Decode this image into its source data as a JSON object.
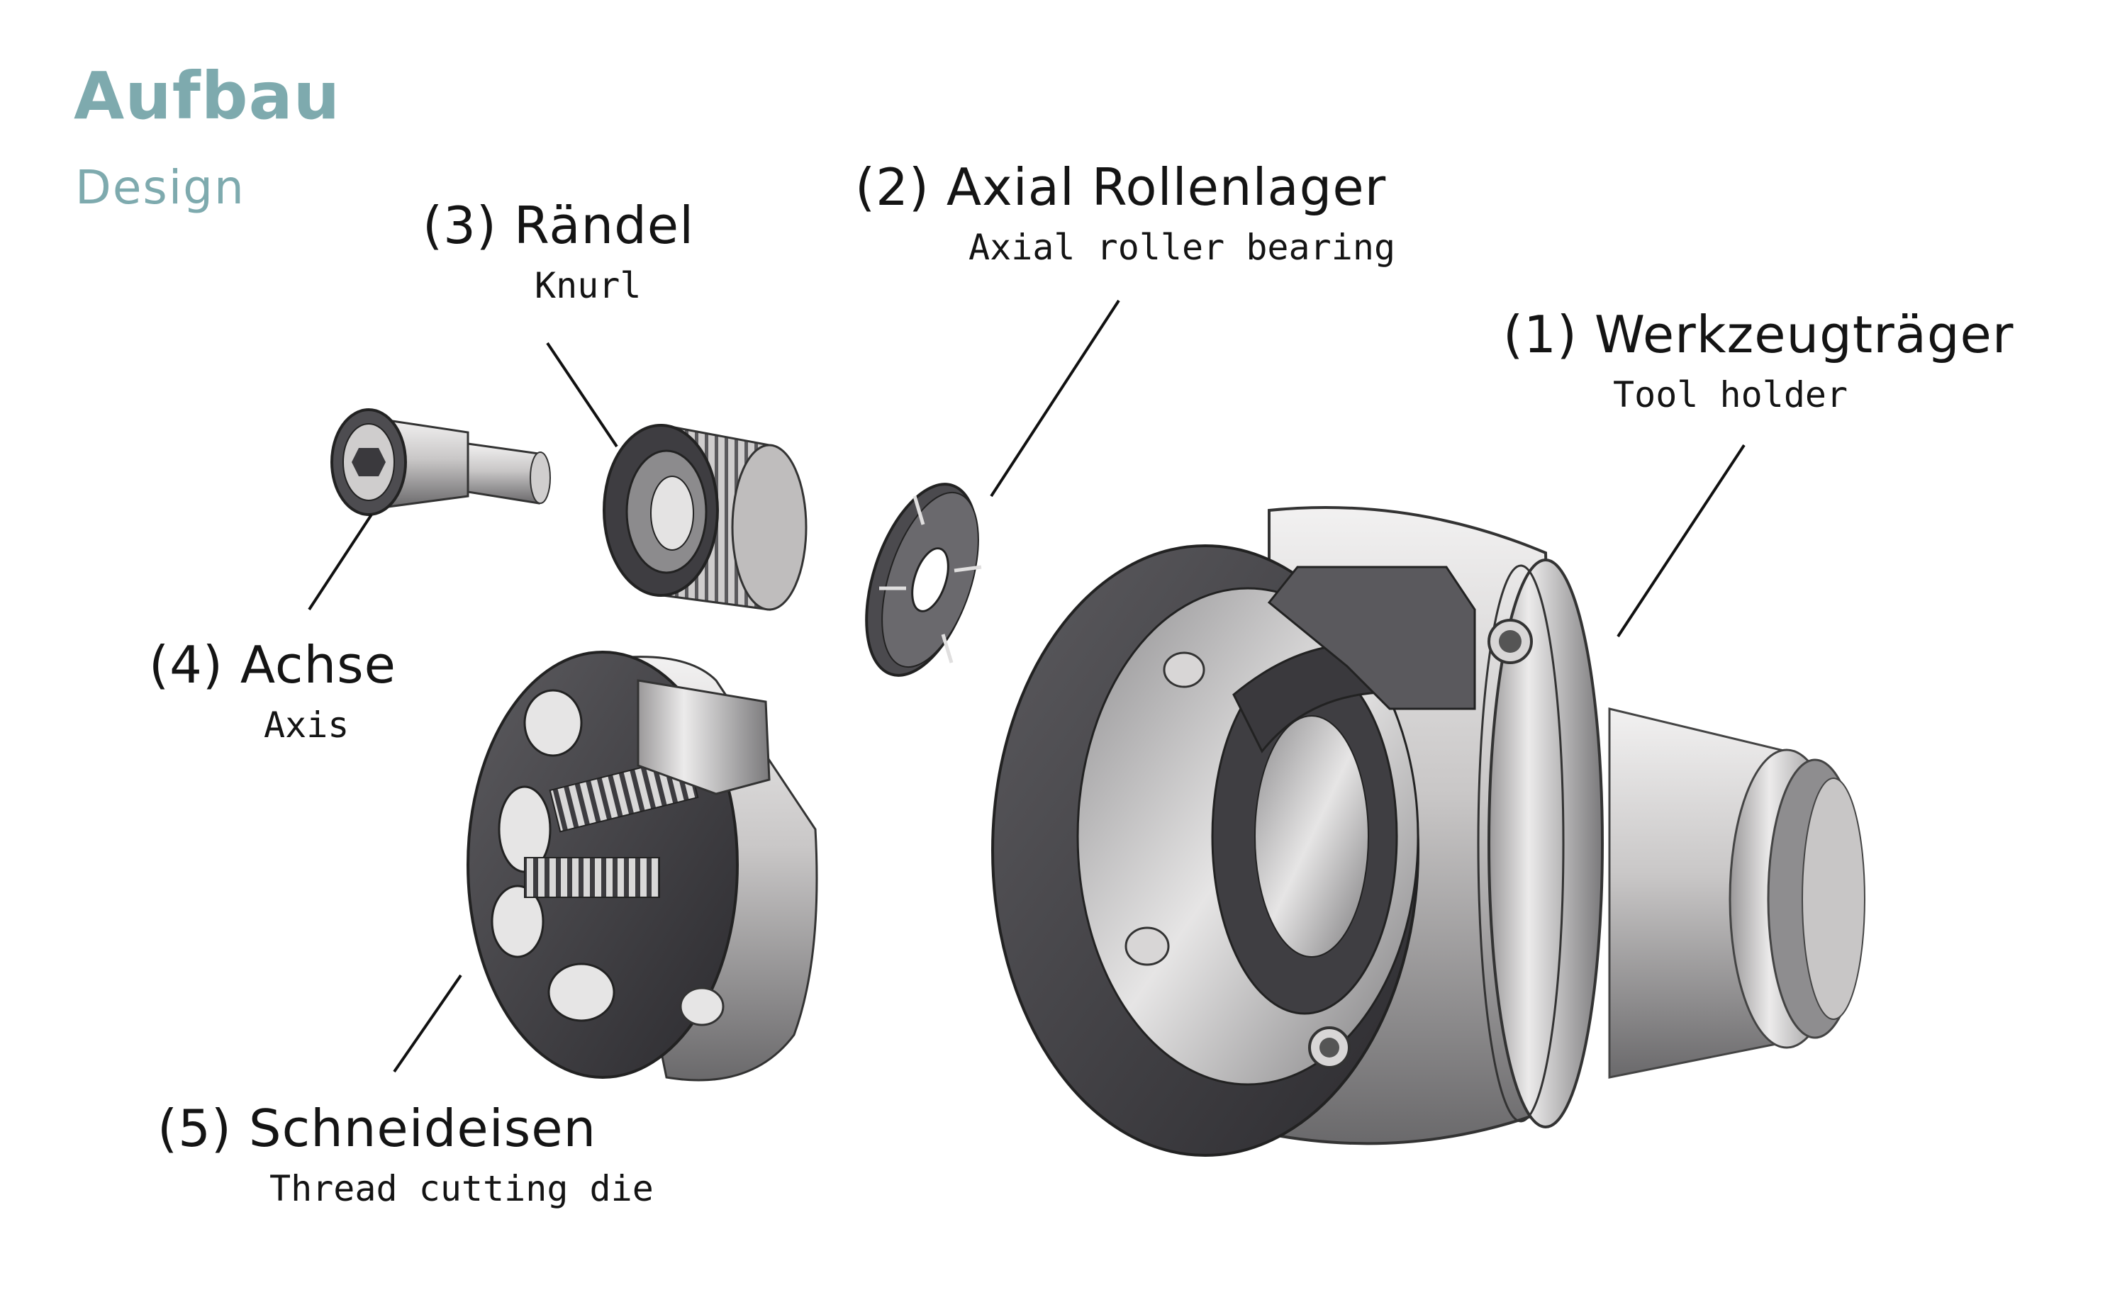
{
  "heading": {
    "title": "Aufbau",
    "subtitle": "Design"
  },
  "colors": {
    "heading": "#7eaaae",
    "text": "#141414",
    "metal_dark": "#4a4a4e",
    "metal_light": "#d8d6d6"
  },
  "parts": [
    {
      "id": "werkzeugtraeger",
      "label_de": "(1) Werkzeugträger",
      "label_en": "Tool holder"
    },
    {
      "id": "axial-rollenlager",
      "label_de": "(2) Axial Rollenlager",
      "label_en": "Axial roller bearing"
    },
    {
      "id": "raendel",
      "label_de": "(3) Rändel",
      "label_en": "Knurl"
    },
    {
      "id": "achse",
      "label_de": "(4) Achse",
      "label_en": "Axis"
    },
    {
      "id": "schneideisen",
      "label_de": "(5) Schneideisen",
      "label_en": "Thread cutting die"
    }
  ]
}
